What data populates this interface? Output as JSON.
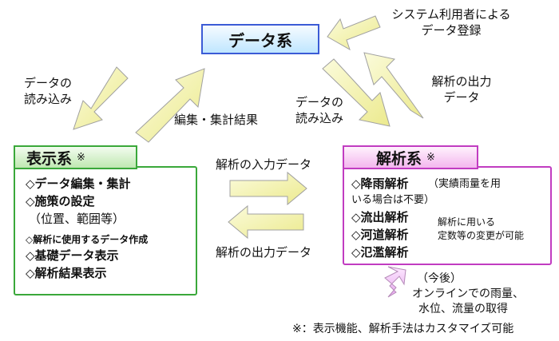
{
  "top_right_note": [
    "システム利用者による",
    "データ登録"
  ],
  "data_system": {
    "title": "データ系"
  },
  "labels": {
    "data_read_left": [
      "データの",
      "読み込み"
    ],
    "edit_aggregate": "編集・集計結果",
    "data_read_center": [
      "データの",
      "読み込み"
    ],
    "analysis_output_upper": [
      "解析の出力",
      "データ"
    ],
    "analysis_input": "解析の入力データ",
    "analysis_output_mid": "解析の出力データ"
  },
  "display_system": {
    "title": "表示系",
    "mark": "※",
    "items": [
      "◇データ編集・集計",
      "◇施策の設定",
      "（位置、範囲等）",
      "◇解析に使用するデータ作成",
      "◇基礎データ表示",
      "◇解析結果表示"
    ]
  },
  "analysis_system": {
    "title": "解析系",
    "mark": "※",
    "items": [
      "◇降雨解析",
      "◇流出解析",
      "◇河道解析",
      "◇氾濫解析"
    ],
    "rain_note": [
      "（実績雨量を用",
      "いる場合は不要）"
    ],
    "side_note": [
      "解析に用いる",
      "定数等の変更が可能"
    ]
  },
  "bottom_note": [
    "（今後）",
    "オンラインでの雨量、",
    "水位、流量の取得"
  ],
  "footnote": "※：表示機能、解析手法はカスタマイズ可能",
  "colors": {
    "data_border": "#3b5bd6",
    "display_border": "#3aa83a",
    "analysis_border": "#c13cc1",
    "arrow_fill": "#f4f3b0",
    "arrow_stroke": "#a0a0a0",
    "bottom_arrow_fill": "#f0c8f4"
  }
}
